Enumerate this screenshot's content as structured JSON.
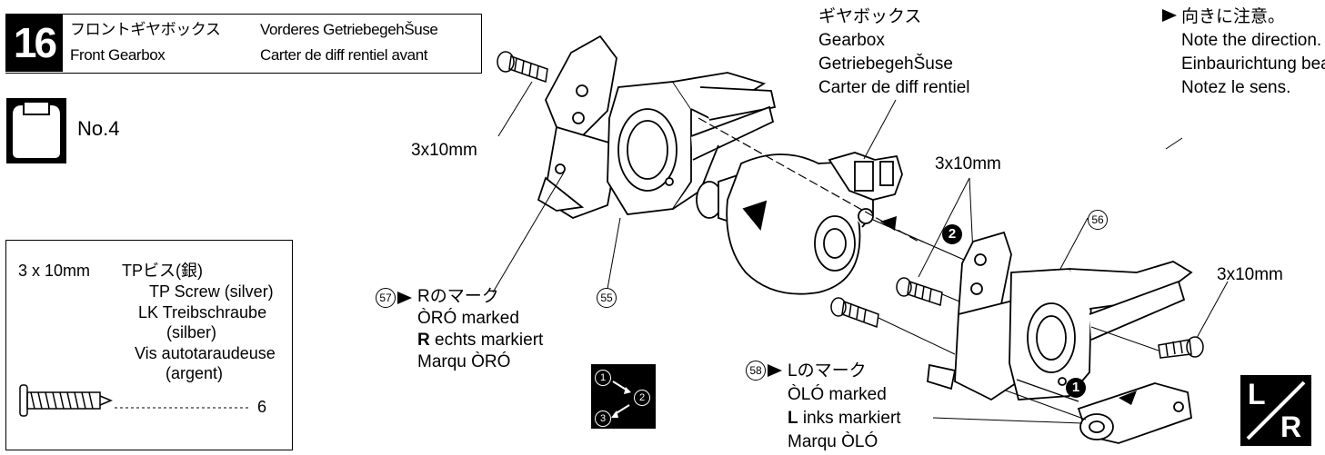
{
  "step": {
    "number": "16",
    "title_jp": "フロントギヤボックス",
    "title_en": "Front Gearbox",
    "title_de": "Vorderes GetriebegehŠuse",
    "title_fr": "Carter de diff rentiel avant"
  },
  "bag": {
    "label": "No.4"
  },
  "parts_list": {
    "size": "3 x 10mm",
    "name_jp": "TPビス(銀)",
    "name_en": "TP Screw (silver)",
    "name_de_1": "LK Treibschraube",
    "name_de_2": "(silber)",
    "name_fr_1": "Vis autotaraudeuse",
    "name_fr_2": "(argent)",
    "quantity": "6"
  },
  "labels": {
    "screw_left": "3x10mm",
    "screw_mid": "3x10mm",
    "screw_right": "3x10mm",
    "gearbox_jp": "ギヤボックス",
    "gearbox_en": "Gearbox",
    "gearbox_de": "GetriebegehŠuse",
    "gearbox_fr": "Carter de diff rentiel",
    "note_jp": "向きに注意。",
    "note_en": "Note the direction.",
    "note_de": "Einbaurichtung beachten.",
    "note_fr": "Notez le sens.",
    "part_57": "57",
    "part_55": "55",
    "part_56": "56",
    "part_58": "58",
    "r_jp": "Rのマーク",
    "r_en": "ÒRÓ marked",
    "r_de_bold": "R",
    "r_de_rest": " echts markiert",
    "r_fr": "Marqu  ÒRÓ",
    "l_jp": "Lのマーク",
    "l_en": "ÒLÓ marked",
    "l_de_bold": "L",
    "l_de_rest": " inks markiert",
    "l_fr": "Marqu  ÒLÓ",
    "order_1": "1",
    "order_2": "2",
    "order_3": "3",
    "step_callout_1": "1",
    "step_callout_2": "2",
    "lr_left": "L",
    "lr_right": "R"
  }
}
